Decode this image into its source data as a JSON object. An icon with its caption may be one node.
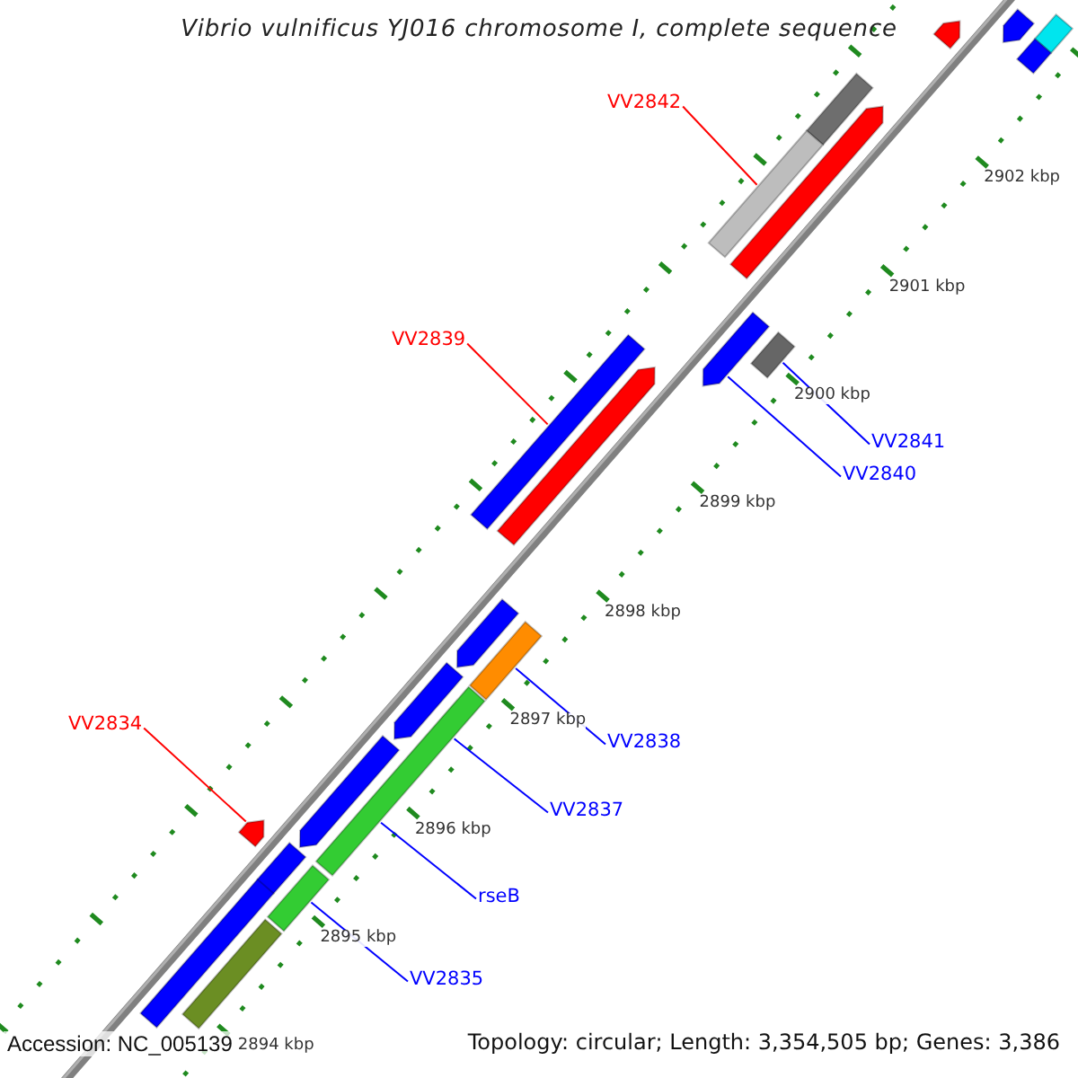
{
  "diagram": {
    "title": "Vibrio vulnificus YJ016 chromosome I, complete sequence",
    "nodes": [
      {
        "text": [
          "VV2842"
        ]
      },
      {
        "text": [
          "VV2839"
        ]
      },
      {
        "text": [
          "VV2841"
        ]
      },
      {
        "text": [
          "VV2840"
        ]
      },
      {
        "text": [
          "VV2834"
        ]
      },
      {
        "text": [
          "VV2838"
        ]
      },
      {
        "text": [
          "VV2837"
        ]
      },
      {
        "text": [
          "rseB"
        ]
      },
      {
        "text": [
          "VV2835"
        ]
      },
      {
        "text": [],
        "shape": "pentagon"
      },
      {
        "text": [],
        "shape": "bar"
      },
      {
        "text": [],
        "shape": "pentagon"
      },
      {
        "text": [],
        "shape": "bar"
      },
      {
        "text": [],
        "shape": "bar"
      },
      {
        "text": [],
        "shape": "pentagon"
      },
      {
        "text": [],
        "shape": "bar"
      },
      {
        "text": [],
        "shape": "bar"
      },
      {
        "text": [],
        "shape": "pentagon"
      },
      {
        "text": [],
        "shape": "bar"
      },
      {
        "text": [],
        "shape": "pentagon"
      },
      {
        "text": [],
        "shape": "pentagon"
      },
      {
        "text": [],
        "shape": "bar"
      },
      {
        "text": [],
        "shape": "pentagon"
      },
      {
        "text": [],
        "shape": "bar"
      },
      {
        "text": [],
        "shape": "pentagon"
      },
      {
        "text": [],
        "shape": "pentagon"
      },
      {
        "text": [],
        "shape": "pentagon"
      },
      {
        "text": [],
        "shape": "bar"
      },
      {
        "text": [],
        "shape": "bar"
      },
      {
        "text": [],
        "shape": "bar"
      }
    ],
    "edges": [
      {
        "from": 0,
        "to": 15,
        "arrow": "none",
        "color": "#ff0000"
      },
      {
        "from": 1,
        "to": 18,
        "arrow": "none",
        "color": "#ff0000"
      },
      {
        "from": 2,
        "to": 16,
        "arrow": "none"
      },
      {
        "from": 3,
        "to": 17,
        "arrow": "none"
      },
      {
        "from": 4,
        "to": 25,
        "arrow": "none",
        "color": "#ff0000"
      },
      {
        "from": 5,
        "to": 21,
        "arrow": "none"
      },
      {
        "from": 6,
        "to": 23,
        "arrow": "none"
      },
      {
        "from": 7,
        "to": 23,
        "arrow": "none"
      },
      {
        "from": 8,
        "to": 27,
        "arrow": "none"
      }
    ],
    "labels": [
      "2902 kbp",
      "2901 kbp",
      "2900 kbp",
      "2899 kbp",
      "2898 kbp",
      "2897 kbp",
      "2896 kbp",
      "2895 kbp",
      "2894 kbp",
      "Accession: NC_005139",
      "Topology: circular; Length: 3,354,505 bp; Genes: 3,386"
    ]
  }
}
